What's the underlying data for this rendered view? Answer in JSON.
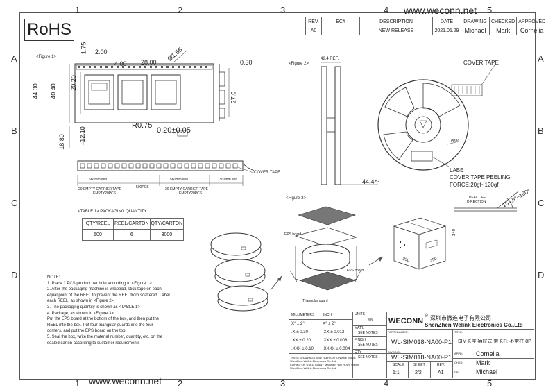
{
  "header": {
    "logo": "RoHS",
    "url_top": "www.weconn.net",
    "url_bottom": "www.weconn.net"
  },
  "grid": {
    "cols": [
      "1",
      "2",
      "3",
      "4",
      "5"
    ],
    "rows": [
      "A",
      "B",
      "C",
      "D"
    ]
  },
  "revision": {
    "headers": [
      "REV.",
      "EC#",
      "DESCRIPTION",
      "DATE",
      "DRAWING",
      "CHECKED",
      "APPROVED"
    ],
    "row": [
      "A0",
      "",
      "NEW RELEASE",
      "2021.05.29",
      "Michael",
      "Mark",
      "Cornelia"
    ]
  },
  "figure1": {
    "label": "<Figure 1>",
    "dims": [
      "1.75",
      "2.00",
      "4.00",
      "28.00",
      "Ø1.55",
      "20.20",
      "40.40",
      "44.00",
      "R0.75",
      "0.20±0.05",
      "12.10",
      "18.80",
      "0.30",
      "27.0"
    ],
    "tape_notes": [
      "560mm Min",
      "560mm Min",
      "300mm Min",
      "20 EMPTY CARRIER TAPE",
      "500PCS",
      "20 EMPTY CARRIER TAPE",
      "EMPTY20PCS",
      "EMPTY20PCS"
    ],
    "cover_tape": "COVER TAPE"
  },
  "figure2": {
    "label": "<Figure 2>",
    "dims": [
      "48.4 REF.",
      "44.4⁺²",
      "Ø330"
    ],
    "cover_tape": "COVER TAPE",
    "labe": "LABE",
    "peeling": "COVER TAPE PEELING",
    "force": "FORCE:20gf~120gf",
    "peel_off": "PEEL OFF",
    "direction": "DIRECTION",
    "angle": "164.5°~180°"
  },
  "figure3": {
    "label": "<Figure 3>",
    "eps1": "EPS board",
    "eps2": "EPS board",
    "triangular": "Triangular guard",
    "box_dims": [
      "340",
      "350",
      "350"
    ]
  },
  "table1": {
    "title": "<TABLE 1> PACKAGING QUANTITY",
    "headers": [
      "QTY/REEL",
      "REEL/CARTON",
      "QTY/CARTON"
    ],
    "row": [
      "500",
      "6",
      "3000"
    ]
  },
  "notes": [
    "NOTE:",
    "1. Place 1 PCS product per hole according to <Figure 1>.",
    "2. After the packaging machine is wrapped, stick tape on each",
    "equal point of the REEL to prevent the REEL from scattered. Label",
    "each REEL, as shown in <Figure 2>",
    "3. The packaging quantity is shown as <TABLE 1>",
    "4. Package, as shown in <Figure 3>",
    "Put the EPS board at the bottom of the box, and then put the",
    "REEL into the box. Put four triangular guards into the four",
    "corners, and put the EPS board on the top.",
    "5. Seal the box, write the material number, quantity, etc. on the",
    "sealed carton according to customer requirements"
  ],
  "title_block": {
    "mm": "MILLIMETERS",
    "inch": "INCH",
    "units": "UNITS",
    "units_val": "MM",
    "tol_mm": [
      "X° ± 2°",
      ".X ± 0.30",
      ".XX ± 0.20",
      ".XXX ± 0.10"
    ],
    "tol_in": [
      "X° ± 2°",
      ".XX ± 0.012",
      ".XXX ± 0.008",
      ".XXXX ± 0.004"
    ],
    "matl": "MAT'L",
    "finish": "FINISH",
    "qty": "QTY",
    "see_notes": [
      "SEE NOTES",
      "SEE NOTES",
      "SEE NOTES"
    ],
    "confidential": [
      "THESE DRAWINGS AND FABRICATION ARE MADE",
      "ShenZhen Welink Electronics Co.,Ltd",
      "COPIED OR USED IN ANY MANNER WITHOUT Welink",
      "ShenZhen Welink Electronics Co.,Ltd"
    ],
    "company_logo": "WECONN",
    "company_cn": "深圳市微连电子有限公司",
    "company_en": "ShenZhen Welink Electronics Co.,Ltd",
    "part_label": "PART NUMBER:",
    "part_no": "WL-SIM018-NA00-P1",
    "title_label": "TITLE:",
    "title": "SIM卡座 抽屉式 带卡托 不带柱 8P",
    "dwg_label": "DWG NO.:",
    "dwg_no": "WL-SIM018-NA00-P1",
    "appd_label": "APPD:",
    "appd": "Cornelia",
    "chkd_label": "CHKD:",
    "chkd": "Mark",
    "dr_label": "DR:",
    "dr": "Michael",
    "scale_label": "SCALE",
    "sheet_label": "SHEET",
    "rev_label": "REV.",
    "scale": "1:1",
    "sheet": "2/2",
    "rev": "A1"
  }
}
